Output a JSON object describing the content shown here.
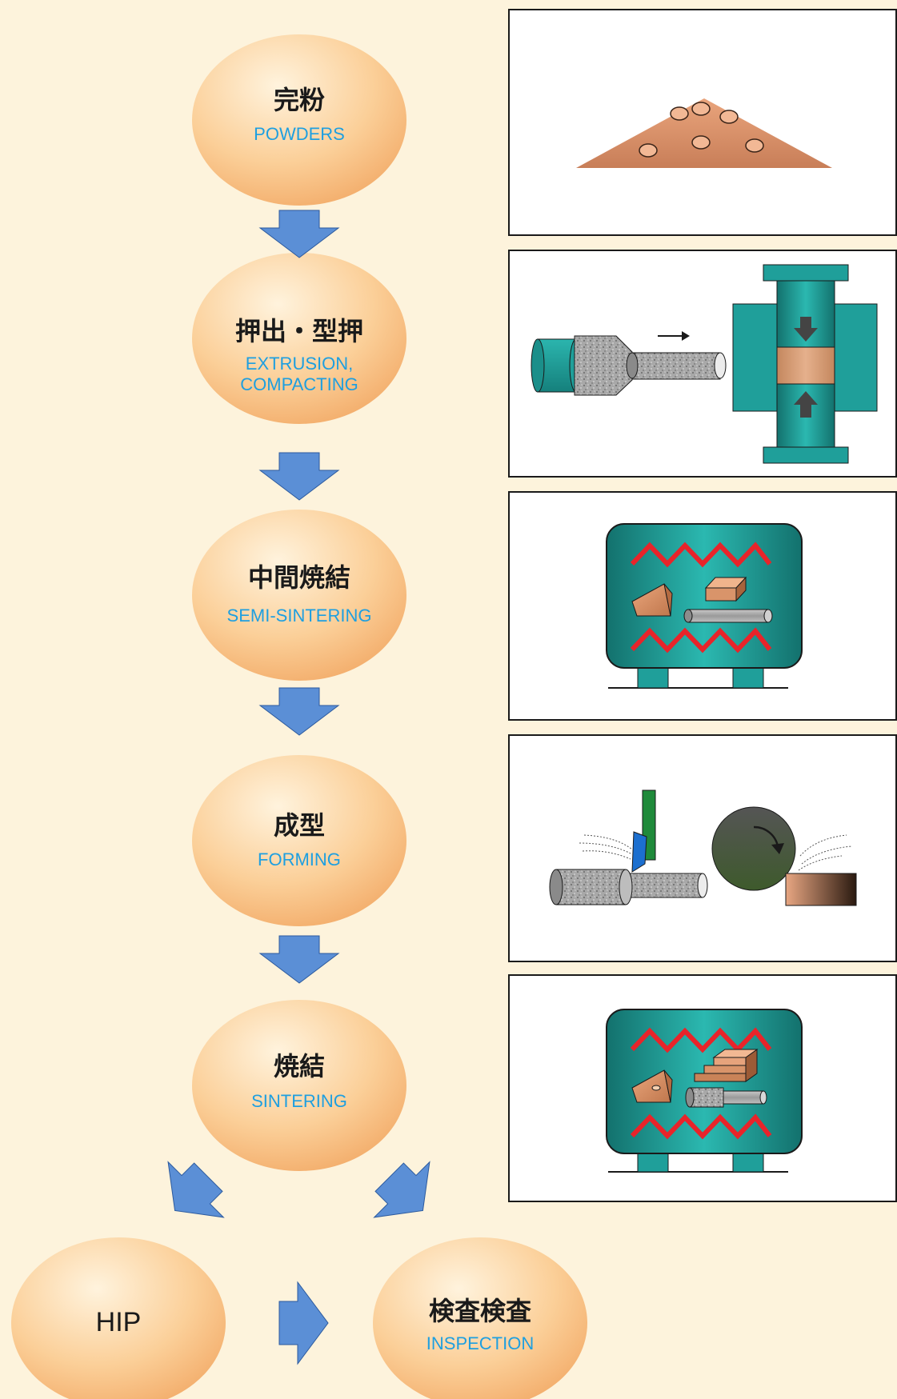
{
  "steps": [
    {
      "ja": "完粉",
      "en": [
        "POWDERS"
      ]
    },
    {
      "ja": "押出・型押",
      "en": [
        "EXTRUSION,",
        "COMPACTING"
      ]
    },
    {
      "ja": "中間焼結",
      "en": [
        "SEMI-SINTERING"
      ]
    },
    {
      "ja": "成型",
      "en": [
        "FORMING"
      ]
    },
    {
      "ja": "焼結",
      "en": [
        "SINTERING"
      ]
    },
    {
      "ja": "HIP",
      "en": []
    },
    {
      "ja": "検査検査",
      "en": [
        "INSPECTION"
      ]
    }
  ],
  "colors": {
    "background": "#fdf3dc",
    "ellipse_fill_light": "#fde5c1",
    "ellipse_fill_dark": "#f5b878",
    "arrow_fill": "#5b8fd6",
    "english_label": "#1e9fe0",
    "machine_teal": "#1f9f9a",
    "heater_red": "#e8242a",
    "copper": "#d9946a"
  }
}
